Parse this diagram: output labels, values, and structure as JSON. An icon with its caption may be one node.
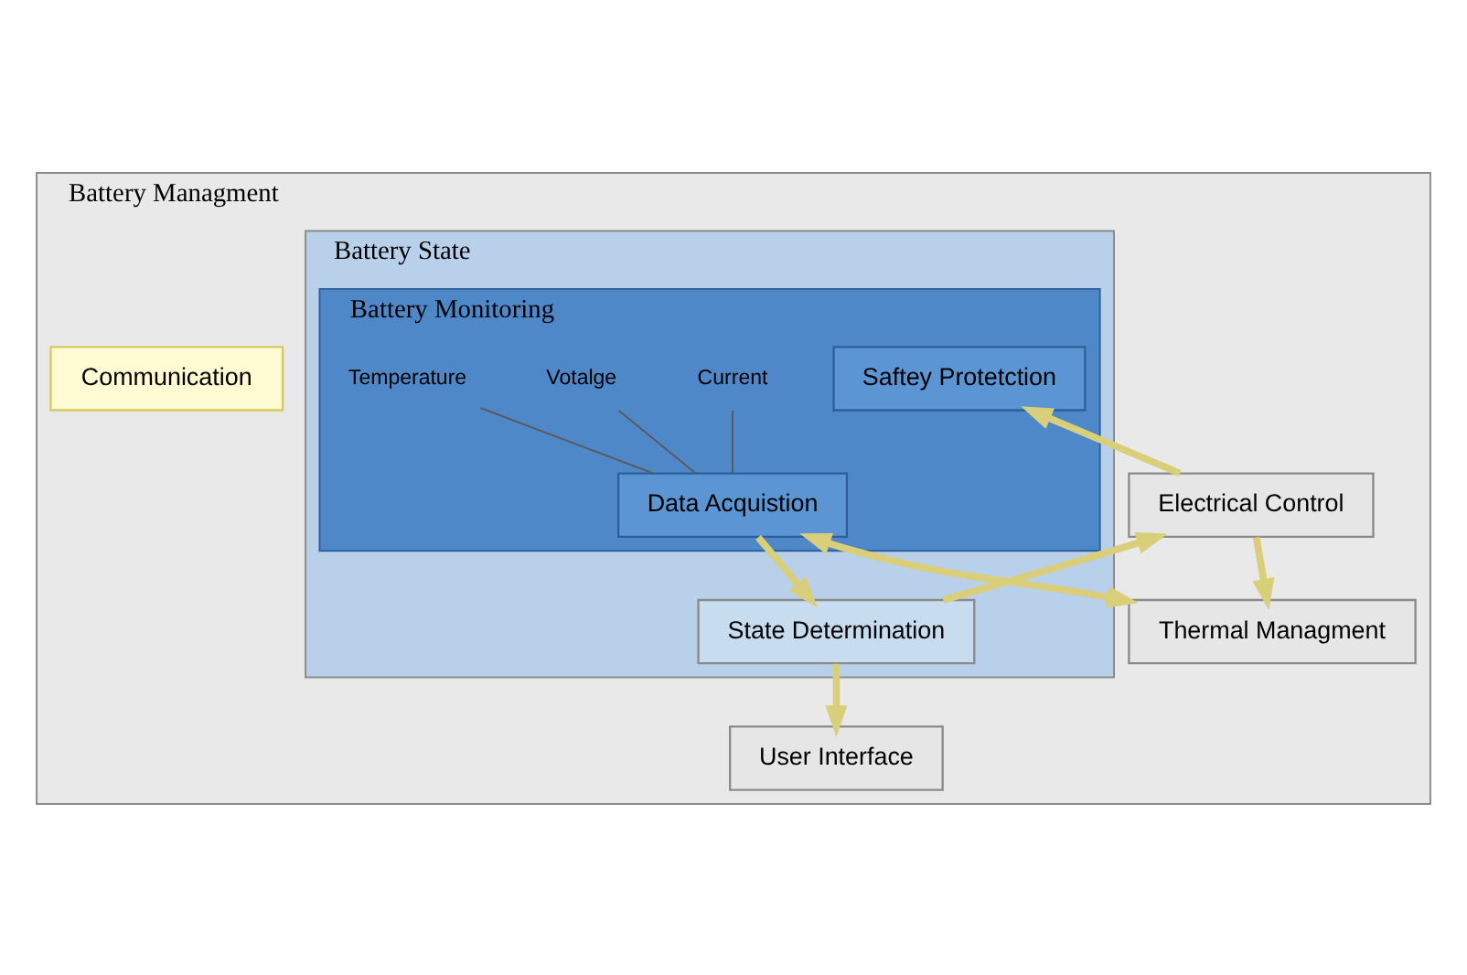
{
  "diagram": {
    "nodes": [
      {
        "text": [
          "Battery Managment"
        ]
      },
      {
        "text": [
          "User Interface"
        ],
        "in": 0
      },
      {
        "text": [
          "Electrical Control"
        ],
        "in": 0
      },
      {
        "text": [
          "Battery State"
        ],
        "in": 0
      },
      {
        "text": [
          "State Determination"
        ],
        "in": 3
      },
      {
        "text": [
          "Battery Monitoring"
        ],
        "in": 3
      },
      {
        "text": [
          "Data Acquistion"
        ],
        "in": 5
      },
      {
        "text": [
          "Saftey Protetction"
        ],
        "in": 5
      },
      {
        "text": [
          "Current"
        ],
        "in": 5
      },
      {
        "text": [
          "Votalge"
        ],
        "in": 5
      },
      {
        "text": [
          "Temperature"
        ],
        "in": 5
      },
      {
        "text": [
          "Communication"
        ],
        "in": 0
      },
      {
        "text": [
          "Thermal Managment"
        ],
        "in": 0
      }
    ],
    "edges": [
      {
        "from": 4,
        "to": 1,
        "arrow": "to"
      },
      {
        "from": 4,
        "to": 2,
        "arrow": "to"
      },
      {
        "from": 6,
        "to": 4,
        "arrow": "to"
      },
      {
        "from": 2,
        "to": 7,
        "arrow": "to"
      },
      {
        "from": 6,
        "to": 12,
        "arrow": "both"
      },
      {
        "from": 2,
        "to": 12,
        "arrow": "to"
      },
      {
        "from": 8,
        "to": 6,
        "arrow": "none",
        "color": "#5a5a5a"
      },
      {
        "from": 9,
        "to": 6,
        "arrow": "none",
        "color": "#5a5a5a"
      },
      {
        "from": 10,
        "to": 6,
        "arrow": "none",
        "color": "#5a5a5a"
      }
    ]
  }
}
